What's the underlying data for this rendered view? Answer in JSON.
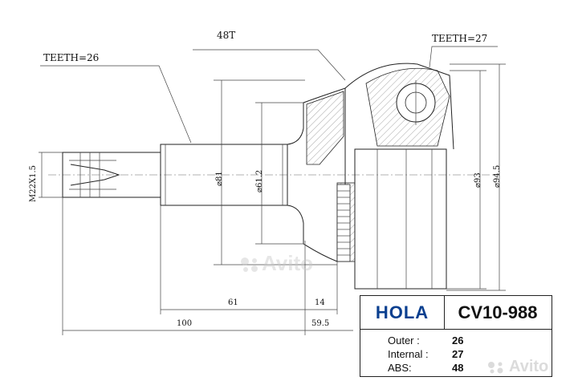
{
  "drawing": {
    "labels": {
      "teeth_outer": "TEETH=26",
      "abs_teeth": "48T",
      "teeth_inner": "TEETH=27",
      "thread": "M22X1.5"
    },
    "dimensions": {
      "d81": "⌀81",
      "d61_2": "⌀61.2",
      "d93": "⌀93",
      "d94_5": "⌀94.5",
      "len61": "61",
      "len14": "14",
      "len100": "100",
      "len59_5": "59.5"
    }
  },
  "spec_table": {
    "brand": "HOLA",
    "part_number": "CV10-988",
    "rows": [
      {
        "key": "Outer :",
        "value": "26"
      },
      {
        "key": "Internal :",
        "value": "27"
      },
      {
        "key": "ABS:",
        "value": "48"
      }
    ]
  },
  "watermarks": {
    "corner": "Avito",
    "center": "Avito"
  },
  "colors": {
    "brand_blue": "#0a3f8f",
    "line": "#222222"
  }
}
